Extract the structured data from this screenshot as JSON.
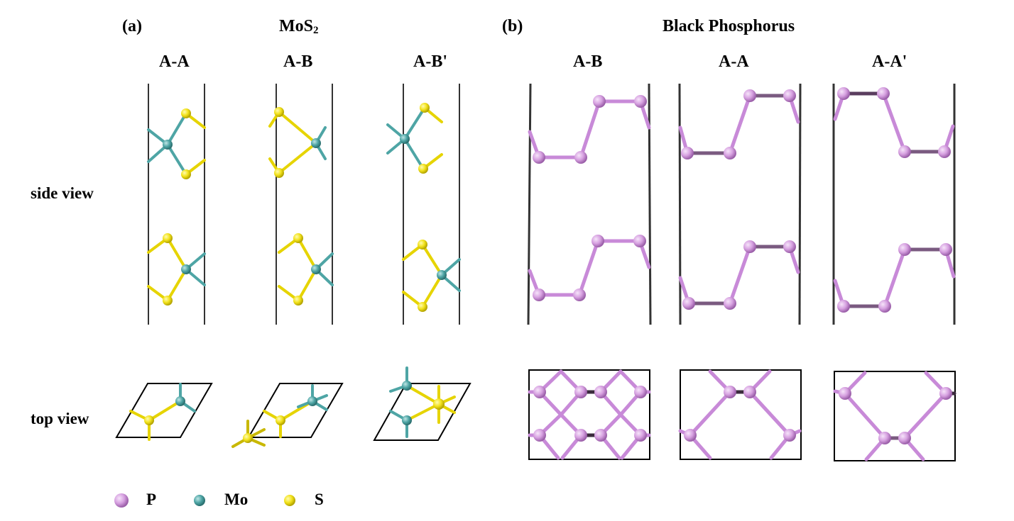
{
  "panel_a": {
    "label": "(a)",
    "title_main": "MoS",
    "title_sub": "2",
    "configs": [
      "A-A",
      "A-B",
      "A-B'"
    ]
  },
  "panel_b": {
    "label": "(b)",
    "title": "Black Phosphorus",
    "configs": [
      "A-B",
      "A-A",
      "A-A'"
    ]
  },
  "rows": {
    "side": "side view",
    "top": "top view"
  },
  "legend": [
    {
      "symbol": "P",
      "color": "#d6a0e0"
    },
    {
      "symbol": "Mo",
      "color": "#4ea5a5"
    },
    {
      "symbol": "S",
      "color": "#f2e21b"
    }
  ],
  "colors": {
    "P": "#d6a0e0",
    "P_bond": "#c88ad8",
    "P_bond_dark": "#5a3d5e",
    "Mo": "#4ea5a5",
    "S": "#f2e21b",
    "S_bond": "#e6d400",
    "cell": "#000000"
  }
}
